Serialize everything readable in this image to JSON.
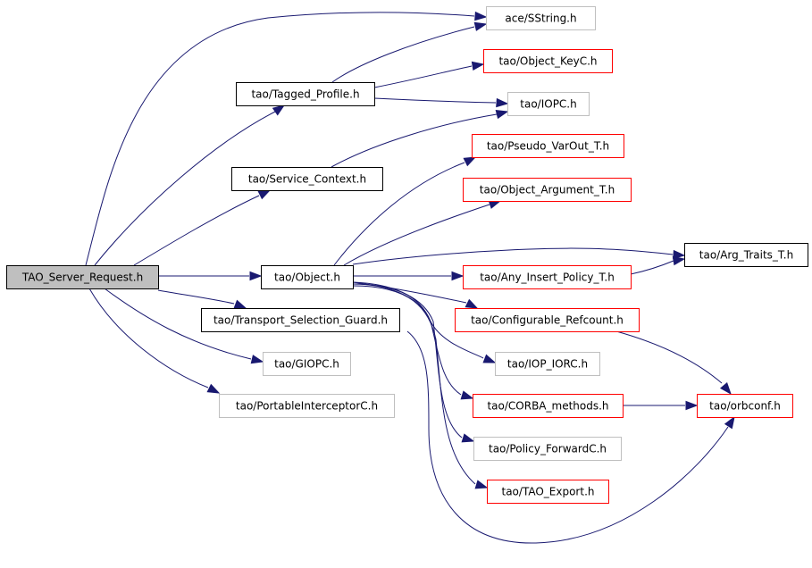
{
  "colors": {
    "edge": "#191970",
    "root_fill": "#bfbfbf",
    "border_black": "#000000",
    "border_red": "#ff0000",
    "border_gray": "#bfbfbf"
  },
  "nodes": {
    "tao_server_request": {
      "label": "TAO_Server_Request.h",
      "style": "root"
    },
    "ace_sstring": {
      "label": "ace/SString.h",
      "style": "gray"
    },
    "tao_tagged_profile": {
      "label": "tao/Tagged_Profile.h",
      "style": "black"
    },
    "tao_object_keyc": {
      "label": "tao/Object_KeyC.h",
      "style": "red"
    },
    "tao_iopc": {
      "label": "tao/IOPC.h",
      "style": "gray"
    },
    "tao_service_context": {
      "label": "tao/Service_Context.h",
      "style": "black"
    },
    "tao_pseudo_varout": {
      "label": "tao/Pseudo_VarOut_T.h",
      "style": "red"
    },
    "tao_object_argument": {
      "label": "tao/Object_Argument_T.h",
      "style": "red"
    },
    "tao_arg_traits": {
      "label": "tao/Arg_Traits_T.h",
      "style": "black"
    },
    "tao_object": {
      "label": "tao/Object.h",
      "style": "black"
    },
    "tao_any_insert_policy": {
      "label": "tao/Any_Insert_Policy_T.h",
      "style": "red"
    },
    "tao_transport_selection_guard": {
      "label": "tao/Transport_Selection_Guard.h",
      "style": "black"
    },
    "tao_configurable_refcount": {
      "label": "tao/Configurable_Refcount.h",
      "style": "red"
    },
    "tao_giopc": {
      "label": "tao/GIOPC.h",
      "style": "gray"
    },
    "tao_iop_iorc": {
      "label": "tao/IOP_IORC.h",
      "style": "gray"
    },
    "tao_portable_interceptorc": {
      "label": "tao/PortableInterceptorC.h",
      "style": "gray"
    },
    "tao_corba_methods": {
      "label": "tao/CORBA_methods.h",
      "style": "red"
    },
    "tao_orbconf": {
      "label": "tao/orbconf.h",
      "style": "red"
    },
    "tao_policy_forwardc": {
      "label": "tao/Policy_ForwardC.h",
      "style": "gray"
    },
    "tao_tao_export": {
      "label": "tao/TAO_Export.h",
      "style": "red"
    }
  },
  "edges": [
    {
      "from": "tao_server_request",
      "to": "ace_sstring"
    },
    {
      "from": "tao_server_request",
      "to": "tao_tagged_profile"
    },
    {
      "from": "tao_server_request",
      "to": "tao_service_context"
    },
    {
      "from": "tao_server_request",
      "to": "tao_object"
    },
    {
      "from": "tao_server_request",
      "to": "tao_transport_selection_guard"
    },
    {
      "from": "tao_server_request",
      "to": "tao_giopc"
    },
    {
      "from": "tao_server_request",
      "to": "tao_portable_interceptorc"
    },
    {
      "from": "tao_tagged_profile",
      "to": "ace_sstring"
    },
    {
      "from": "tao_tagged_profile",
      "to": "tao_object_keyc"
    },
    {
      "from": "tao_tagged_profile",
      "to": "tao_iopc"
    },
    {
      "from": "tao_service_context",
      "to": "tao_iopc"
    },
    {
      "from": "tao_object",
      "to": "tao_pseudo_varout"
    },
    {
      "from": "tao_object",
      "to": "tao_object_argument"
    },
    {
      "from": "tao_object",
      "to": "tao_arg_traits"
    },
    {
      "from": "tao_object",
      "to": "tao_any_insert_policy"
    },
    {
      "from": "tao_object",
      "to": "tao_configurable_refcount"
    },
    {
      "from": "tao_object",
      "to": "tao_iop_iorc"
    },
    {
      "from": "tao_object",
      "to": "tao_corba_methods"
    },
    {
      "from": "tao_object",
      "to": "tao_policy_forwardc"
    },
    {
      "from": "tao_object",
      "to": "tao_tao_export"
    },
    {
      "from": "tao_any_insert_policy",
      "to": "tao_arg_traits"
    },
    {
      "from": "tao_configurable_refcount",
      "to": "tao_orbconf"
    },
    {
      "from": "tao_corba_methods",
      "to": "tao_orbconf"
    },
    {
      "from": "tao_transport_selection_guard",
      "to": "tao_orbconf"
    }
  ]
}
